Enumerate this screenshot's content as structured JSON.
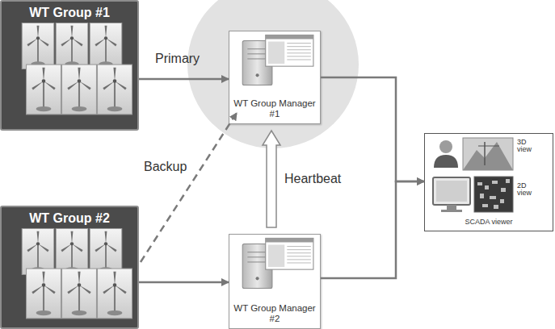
{
  "diagram": {
    "nodes": [
      {
        "text": [
          "WT Group #1"
        ]
      },
      {
        "text": [
          "WT Group Manager #1"
        ]
      },
      {
        "text": [
          "WT Group #2"
        ]
      },
      {
        "text": [
          "WT Group Manager #2"
        ]
      },
      {
        "text": [
          "3D view",
          "2D view",
          "SCADA viewer"
        ]
      }
    ],
    "edges": [
      {
        "from": 0,
        "to": 1,
        "label": "Primary",
        "arrow": "to"
      },
      {
        "from": 2,
        "to": 1,
        "label": "Backup",
        "arrow": "to"
      },
      {
        "from": 3,
        "to": 1,
        "label": "Heartbeat",
        "arrow": "to"
      },
      {
        "from": 2,
        "to": 3,
        "arrow": "to"
      },
      {
        "from": 1,
        "to": 4,
        "arrow": "to"
      },
      {
        "from": 3,
        "to": 4,
        "arrow": "to"
      }
    ]
  }
}
